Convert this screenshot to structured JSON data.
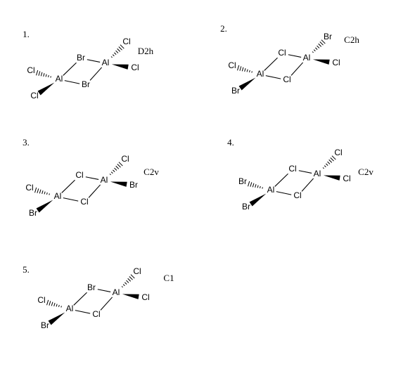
{
  "molecules": [
    {
      "label": "1.",
      "symmetry": "D2h",
      "atoms": {
        "al_left": "Al",
        "al_right": "Al",
        "bridge_top": "Br",
        "bridge_bottom": "Br",
        "left_hashed": "Cl",
        "left_wedge": "Cl",
        "right_hashed": "Cl",
        "right_wedge": "Cl"
      }
    },
    {
      "label": "2.",
      "symmetry": "C2h",
      "atoms": {
        "al_left": "Al",
        "al_right": "Al",
        "bridge_top": "Cl",
        "bridge_bottom": "Cl",
        "left_hashed": "Cl",
        "left_wedge": "Br",
        "right_hashed": "Br",
        "right_wedge": "Cl"
      }
    },
    {
      "label": "3.",
      "symmetry": "C2v",
      "atoms": {
        "al_left": "Al",
        "al_right": "Al",
        "bridge_top": "Cl",
        "bridge_bottom": "Cl",
        "left_hashed": "Cl",
        "left_wedge": "Br",
        "right_hashed": "Cl",
        "right_wedge": "Br"
      }
    },
    {
      "label": "4.",
      "symmetry": "C2v",
      "atoms": {
        "al_left": "Al",
        "al_right": "Al",
        "bridge_top": "Cl",
        "bridge_bottom": "Cl",
        "left_hashed": "Br",
        "left_wedge": "Br",
        "right_hashed": "Cl",
        "right_wedge": "Cl"
      }
    },
    {
      "label": "5.",
      "symmetry": "C1",
      "atoms": {
        "al_left": "Al",
        "al_right": "Al",
        "bridge_top": "Br",
        "bridge_bottom": "Cl",
        "left_hashed": "Cl",
        "left_wedge": "Br",
        "right_hashed": "Cl",
        "right_wedge": "Cl"
      }
    }
  ]
}
